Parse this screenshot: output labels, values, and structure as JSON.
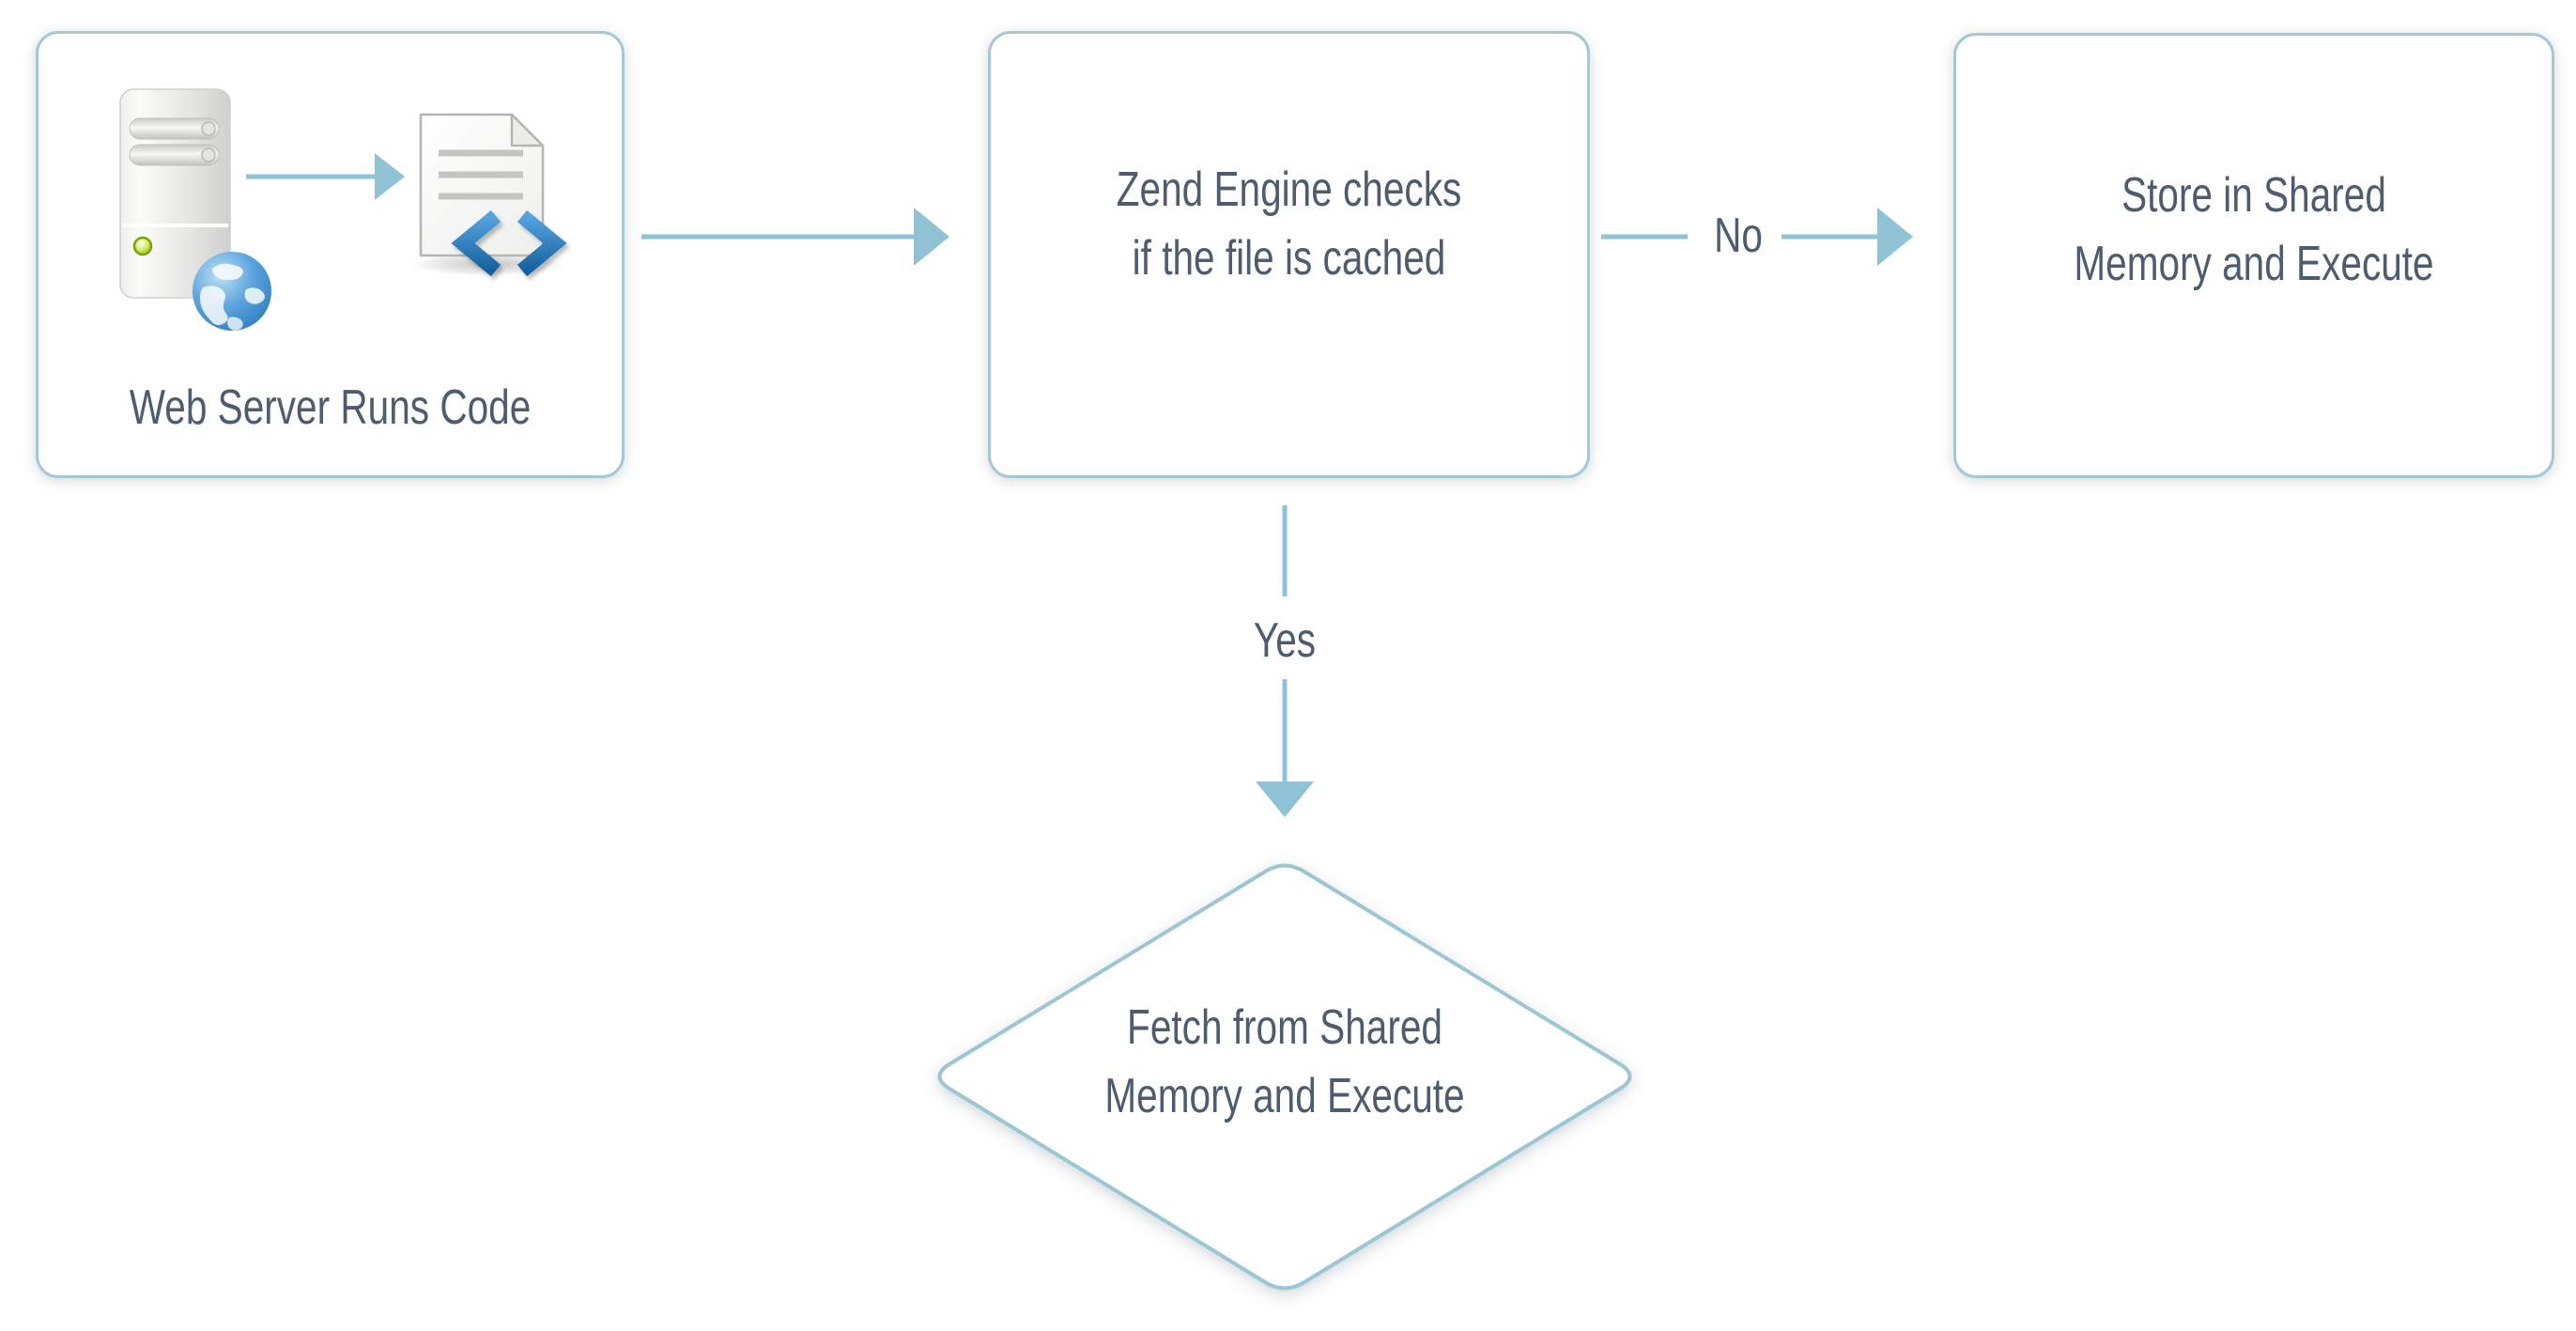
{
  "nodes": {
    "web_server": {
      "label": "Web Server Runs Code"
    },
    "zend_check": {
      "line1": "Zend Engine checks",
      "line2": "if the file is cached"
    },
    "store": {
      "line1": "Store in Shared",
      "line2": "Memory and Execute"
    },
    "fetch": {
      "line1": "Fetch from Shared",
      "line2": "Memory and Execute"
    }
  },
  "edge_labels": {
    "no": "No",
    "yes": "Yes"
  },
  "icons": [
    "server-icon",
    "globe-icon",
    "code-file-icon",
    "code-brackets-icon",
    "arrow-icon"
  ],
  "colors": {
    "background": "#ffffff",
    "node_border": "#a3c9d7",
    "arrow": "#90c2d5",
    "text": "#4d5c6e",
    "bracket_blue": "#1d6fb8",
    "globe_blue": "#2e7fc2",
    "led_green": "#9fc41c",
    "page_line_gray": "#c4c4c2",
    "server_gray": "#dcdcda"
  }
}
